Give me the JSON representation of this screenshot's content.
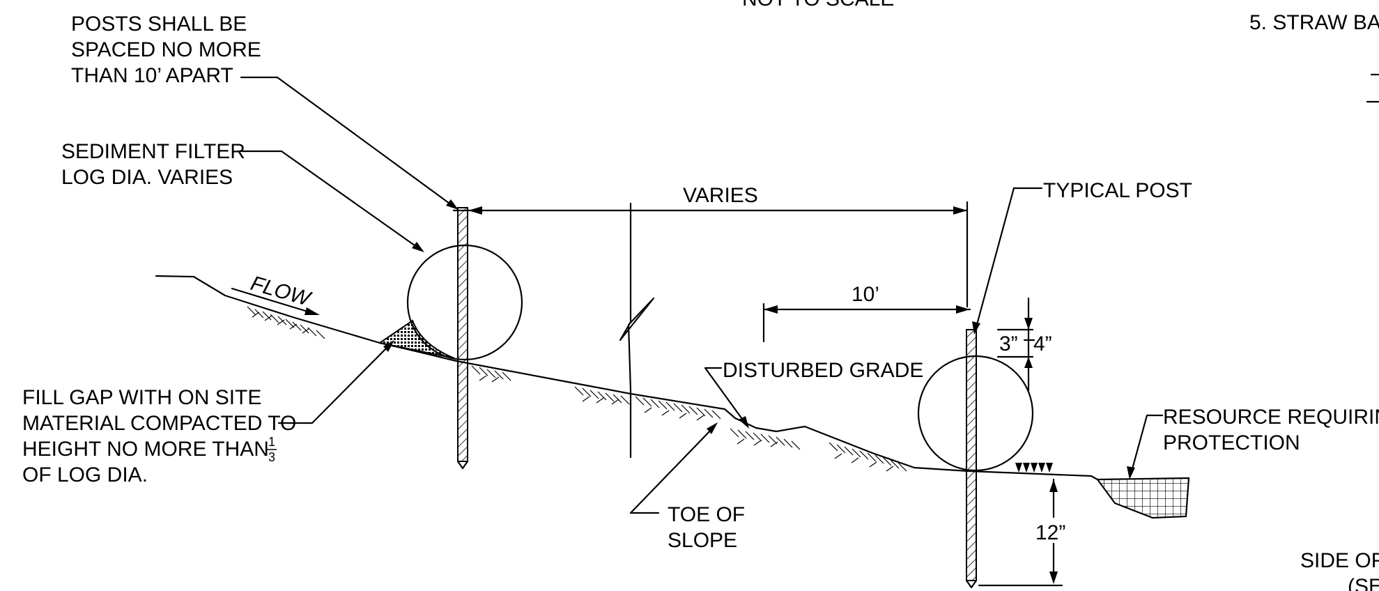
{
  "drawing": {
    "header_note": "NOT TO SCALE",
    "note_right": "5.  STRAW BA",
    "label_posts": [
      "POSTS SHALL BE",
      "SPACED NO MORE",
      "THAN 10’ APART"
    ],
    "label_sediment": [
      "SEDIMENT FILTER",
      "LOG DIA. VARIES"
    ],
    "label_flow": "FLOW",
    "label_fill_gap": [
      "FILL GAP WITH ON SITE",
      "MATERIAL COMPACTED TO",
      "HEIGHT NO MORE THAN",
      "OF LOG DIA."
    ],
    "fraction_num": "1",
    "fraction_den": "3",
    "dim_varies": "VARIES",
    "dim_10ft": "10’",
    "label_typical_post": "TYPICAL POST",
    "dim_3in": "3”",
    "dim_4in": "4”",
    "label_disturbed_grade": "DISTURBED GRADE",
    "label_toe_of_slope": [
      "TOE OF",
      "SLOPE"
    ],
    "dim_12in": "12”",
    "label_resource": [
      "RESOURCE REQUIRING",
      "PROTECTION"
    ],
    "note_side_of": "SIDE OF",
    "note_se": "(SE"
  }
}
